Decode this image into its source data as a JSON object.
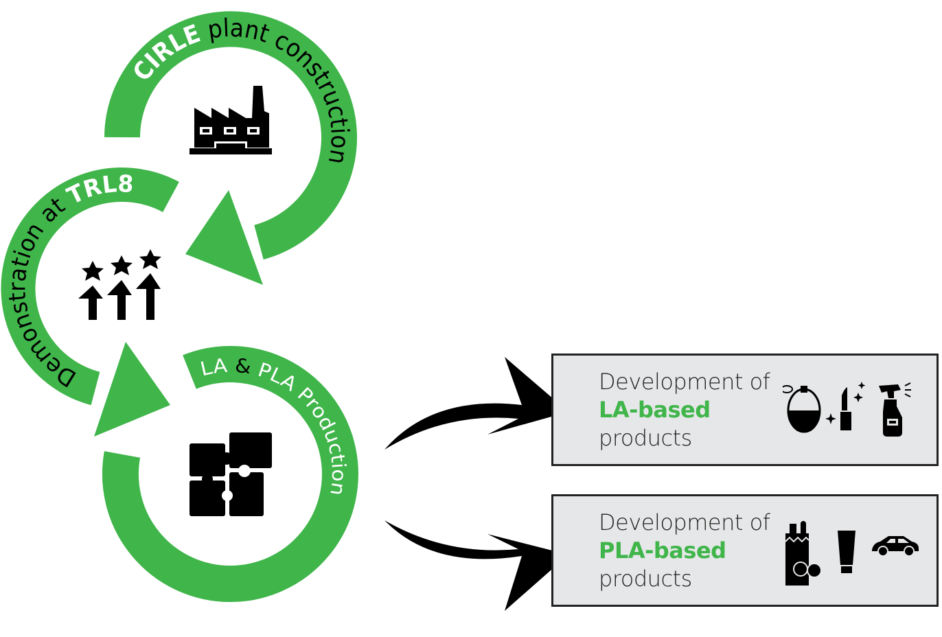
{
  "colors": {
    "green": "#3fb54a",
    "box_fill": "#e6e7e8",
    "border": "#222222",
    "ink": "#000000"
  },
  "cycle": {
    "step1": {
      "highlight": "CIRLE",
      "rest": " plant construction",
      "icon": "factory-icon"
    },
    "step2": {
      "rest": "Demonstration at ",
      "highlight": "TRL8",
      "icon": "stars-arrows-up-icon"
    },
    "step3": {
      "part1": "LA ",
      "amp": "&",
      "part2": " PLA Production",
      "icon": "puzzle-icon"
    }
  },
  "outputs": [
    {
      "line1": "Development of",
      "highlight": "LA-based",
      "line3": "products",
      "icons": [
        "perfume-icon",
        "lipstick-icon",
        "spray-bottle-icon"
      ]
    },
    {
      "line1": "Development of",
      "highlight": "PLA-based",
      "line3": "products",
      "icons": [
        "groceries-icon",
        "tube-icon",
        "car-icon"
      ]
    }
  ]
}
